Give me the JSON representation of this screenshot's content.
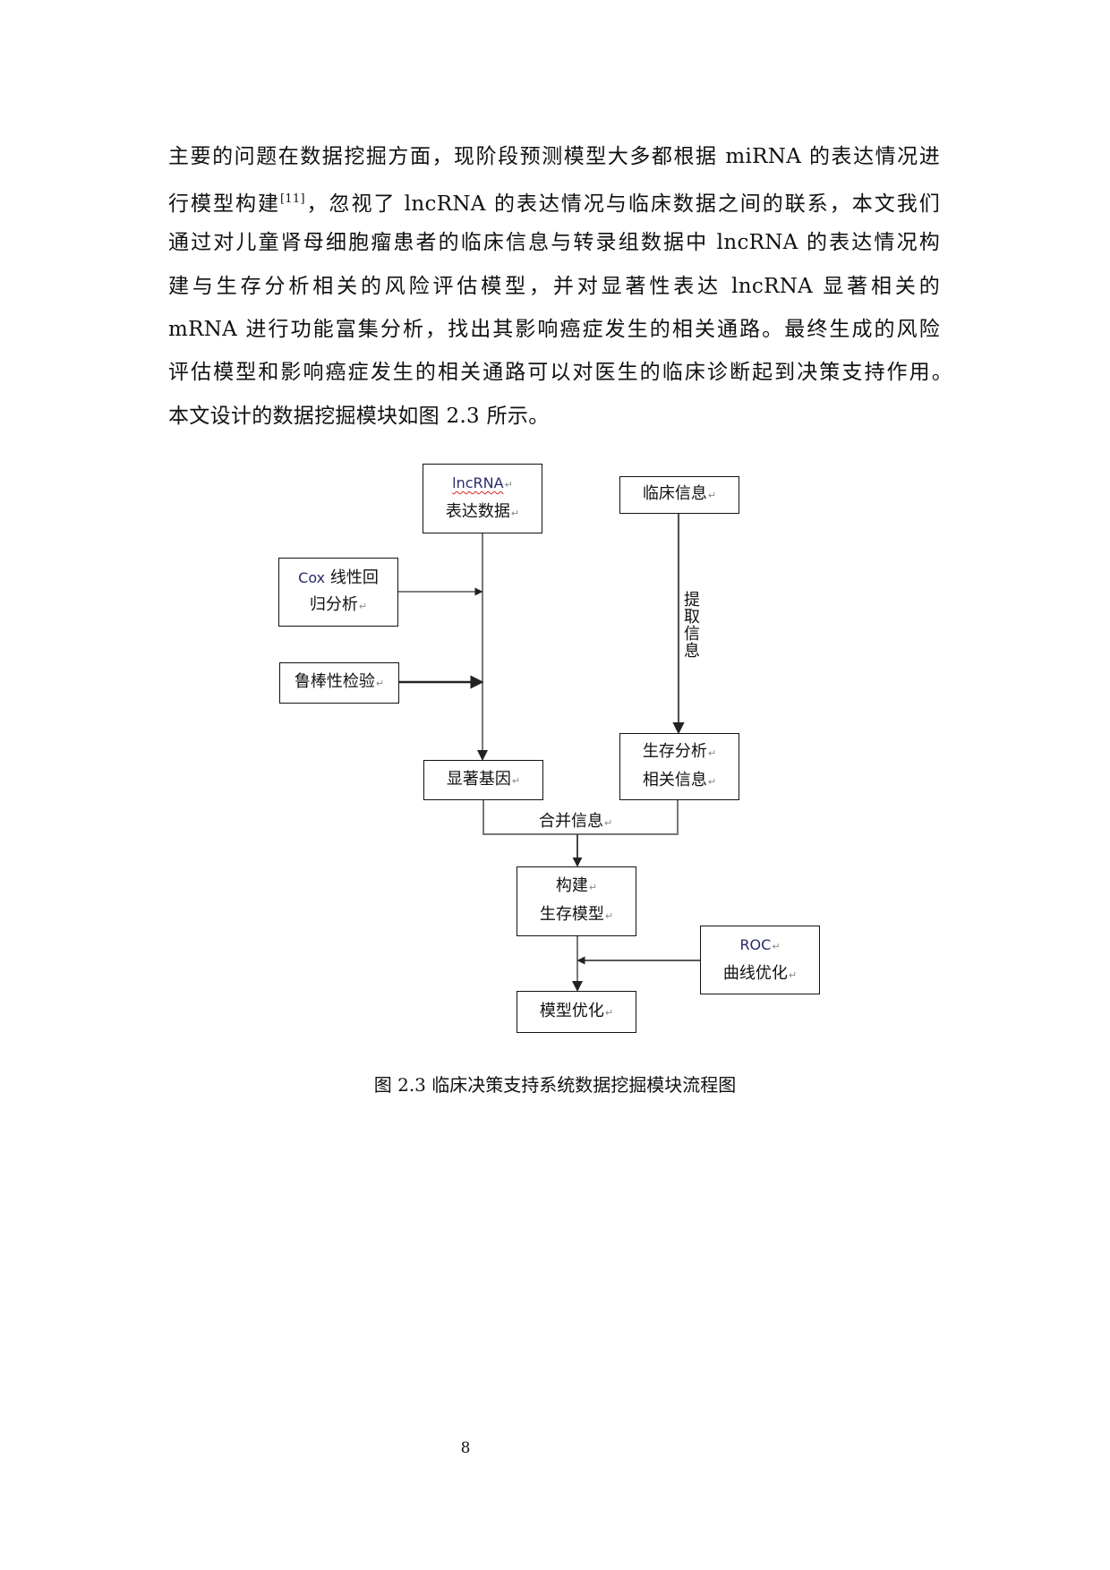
{
  "body": {
    "lines": [
      "主要的问题在数据挖掘方面，现阶段预测模型大多都根据 miRNA 的表达情况进",
      "行模型构建",
      "，忽视了 lncRNA 的表达情况与临床数据之间的联系，本文我们",
      "通过对儿童肾母细胞瘤患者的临床信息与转录组数据中 lncRNA 的表达情况构",
      "建与生存分析相关的风险评估模型，并对显著性表达 lncRNA 显著相关的",
      "mRNA 进行功能富集分析，找出其影响癌症发生的相关通路。最终生成的风险",
      "评估模型和影响癌症发生的相关通路可以对医生的临床诊断起到决策支持作用。",
      "本文设计的数据挖掘模块如图 2.3 所示。"
    ],
    "citation": "[11]"
  },
  "figure": {
    "nodes": {
      "lncrna": {
        "line1": "lncRNA",
        "line2": "表达数据"
      },
      "clinical": {
        "line1": "临床信息"
      },
      "cox": {
        "line1_latin": "Cox",
        "line1": " 线性回",
        "line2": "归分析"
      },
      "robust": {
        "line1": "鲁棒性检验"
      },
      "sig_genes": {
        "line1": "显著基因"
      },
      "survival_info": {
        "line1": "生存分析",
        "line2": "相关信息"
      },
      "build_model": {
        "line1": "构建",
        "line2": "生存模型"
      },
      "roc": {
        "line1": "ROC",
        "line2": "曲线优化"
      },
      "optimize": {
        "line1": "模型优化"
      }
    },
    "edge_labels": {
      "extract": "提取信息",
      "merge": "合并信息"
    },
    "paragraph_mark": "↵",
    "caption": "图 2.3 临床决策支持系统数据挖掘模块流程图"
  },
  "page_number": "8"
}
